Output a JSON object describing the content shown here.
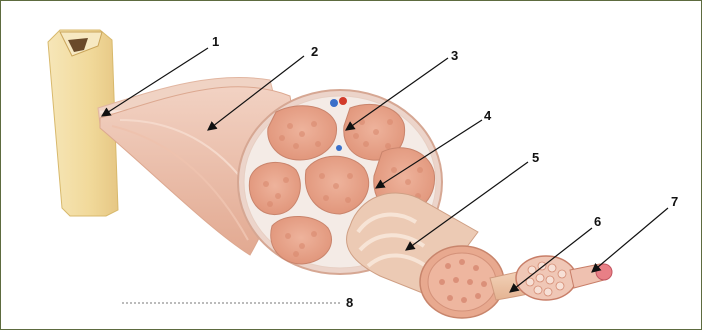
{
  "diagram": {
    "labels": {
      "l1": "1",
      "l2": "2",
      "l3": "3",
      "l4": "4",
      "l5": "5",
      "l6": "6",
      "l7": "7",
      "l8": "8"
    },
    "colors": {
      "frame": "#5d6b3f",
      "bone": "#f3dfa6",
      "tendon": "#f0d2c2",
      "muscle_sheath": "#ecc3b0",
      "fascicle": "#e49f86",
      "fiber_dot": "#d8876c",
      "connective": "#f4ebe6",
      "myofibril": "#c56c5b",
      "arrow": "#111111"
    }
  }
}
